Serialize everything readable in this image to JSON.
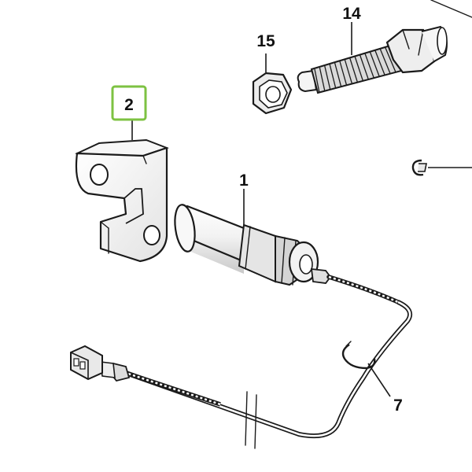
{
  "callouts": {
    "part_1": "1",
    "part_2": "2",
    "part_7": "7",
    "part_14": "14",
    "part_15": "15"
  },
  "colors": {
    "highlight": "#7dc242",
    "line": "#1a1a1a",
    "background": "#ffffff"
  }
}
